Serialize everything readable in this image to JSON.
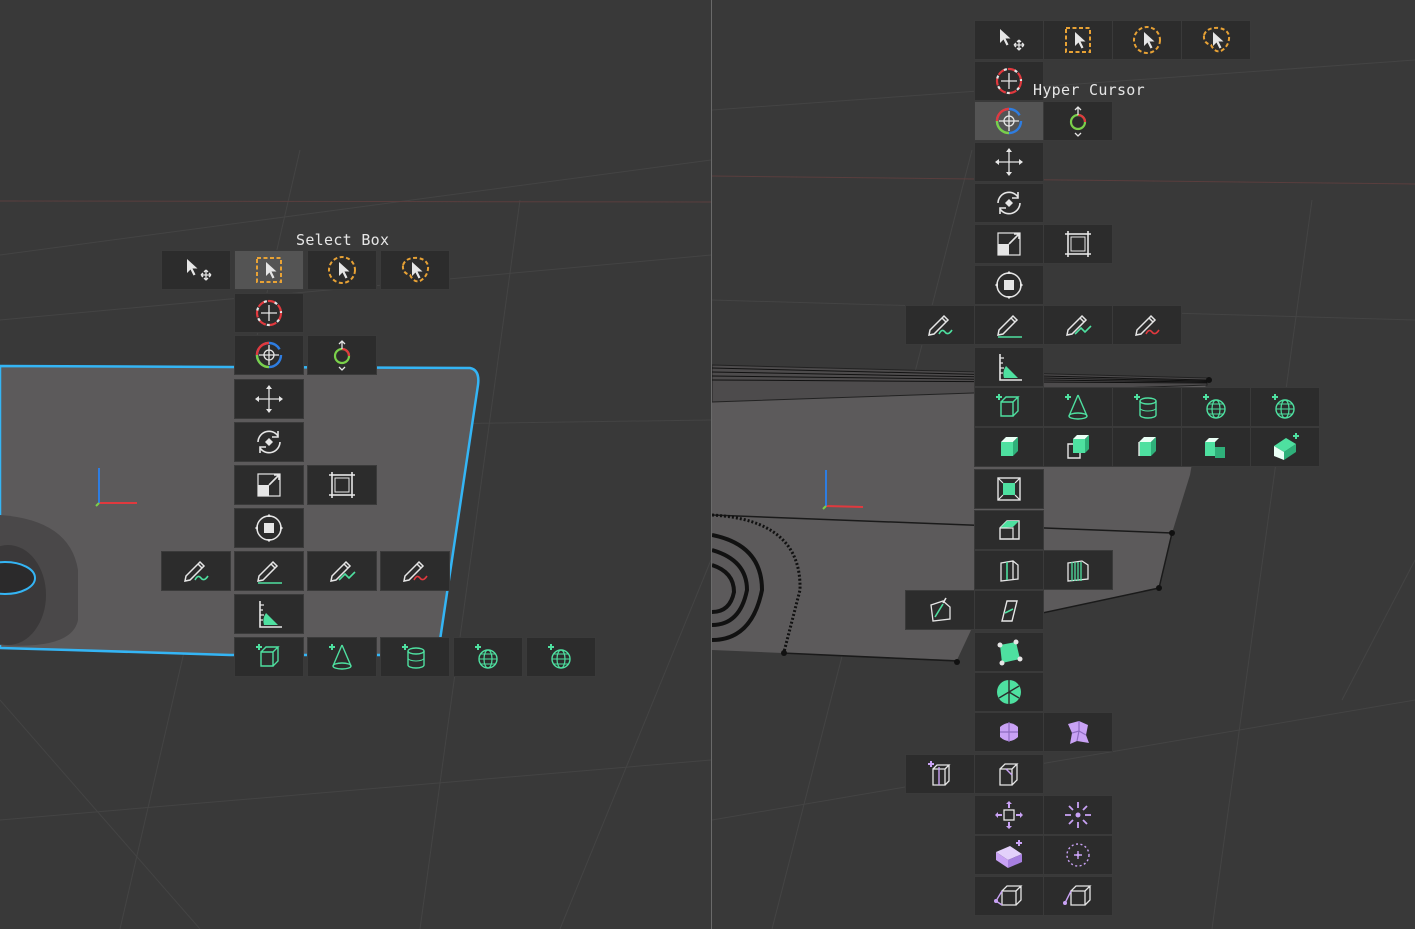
{
  "left_view": {
    "tooltip": "Select Box",
    "rows": [
      {
        "row": "select",
        "tools": [
          "tweak-icon",
          "select-box-icon",
          "select-circle-icon",
          "select-lasso-icon"
        ],
        "active": "select-box-icon"
      },
      {
        "row": "cursor",
        "tools": [
          "cursor-icon"
        ]
      },
      {
        "row": "hyper-cursor",
        "tools": [
          "hyper-cursor-icon",
          "hyper-cursor-rotate-icon"
        ]
      },
      {
        "row": "move",
        "tools": [
          "move-icon"
        ]
      },
      {
        "row": "rotate",
        "tools": [
          "rotate-icon"
        ]
      },
      {
        "row": "scale",
        "tools": [
          "scale-icon",
          "scale-cage-icon"
        ]
      },
      {
        "row": "transform",
        "tools": [
          "transform-icon"
        ]
      },
      {
        "row": "annotate",
        "tools": [
          "annotate-icon",
          "annotate-line-icon",
          "annotate-polygon-icon",
          "annotate-eraser-icon"
        ]
      },
      {
        "row": "measure",
        "tools": [
          "measure-icon"
        ]
      },
      {
        "row": "add",
        "tools": [
          "add-cube-icon",
          "add-cone-icon",
          "add-cylinder-icon",
          "add-uv-sphere-icon",
          "add-ico-sphere-icon"
        ]
      }
    ]
  },
  "right_view": {
    "tooltip": "Hyper Cursor",
    "rows": [
      {
        "row": "select",
        "tools": [
          "tweak-icon",
          "select-box-icon",
          "select-circle-icon",
          "select-lasso-icon"
        ]
      },
      {
        "row": "cursor",
        "tools": [
          "cursor-icon"
        ]
      },
      {
        "row": "hyper-cursor",
        "tools": [
          "hyper-cursor-icon",
          "hyper-cursor-rotate-icon"
        ],
        "active": "hyper-cursor-icon"
      },
      {
        "row": "move",
        "tools": [
          "move-icon"
        ]
      },
      {
        "row": "rotate",
        "tools": [
          "rotate-icon"
        ]
      },
      {
        "row": "scale",
        "tools": [
          "scale-icon",
          "scale-cage-icon"
        ]
      },
      {
        "row": "transform",
        "tools": [
          "transform-icon"
        ]
      },
      {
        "row": "annotate",
        "tools": [
          "annotate-icon",
          "annotate-line-icon",
          "annotate-polygon-icon",
          "annotate-eraser-icon"
        ]
      },
      {
        "row": "measure",
        "tools": [
          "measure-icon"
        ]
      },
      {
        "row": "add",
        "tools": [
          "add-cube-icon",
          "add-cone-icon",
          "add-cylinder-icon",
          "add-uv-sphere-icon",
          "add-ico-sphere-icon"
        ]
      },
      {
        "row": "extrude",
        "tools": [
          "extrude-region-icon",
          "extrude-manifold-icon",
          "extrude-along-normals-icon",
          "extrude-individual-icon",
          "extrude-to-cursor-icon"
        ]
      },
      {
        "row": "inset",
        "tools": [
          "inset-faces-icon"
        ]
      },
      {
        "row": "bevel",
        "tools": [
          "bevel-icon"
        ]
      },
      {
        "row": "loop-cut",
        "tools": [
          "loop-cut-icon",
          "offset-edge-loop-icon"
        ]
      },
      {
        "row": "knife",
        "tools": [
          "knife-icon",
          "bisect-icon"
        ]
      },
      {
        "row": "poly-build",
        "tools": [
          "poly-build-icon"
        ]
      },
      {
        "row": "spin",
        "tools": [
          "spin-icon"
        ]
      },
      {
        "row": "smooth",
        "tools": [
          "smooth-icon",
          "randomize-icon"
        ]
      },
      {
        "row": "edge-slide",
        "tools": [
          "edge-slide-icon",
          "vertex-slide-icon"
        ]
      },
      {
        "row": "shrink",
        "tools": [
          "shrink-fatten-icon",
          "push-pull-icon"
        ]
      },
      {
        "row": "shear",
        "tools": [
          "shear-icon",
          "to-sphere-icon"
        ]
      },
      {
        "row": "rip",
        "tools": [
          "rip-region-icon",
          "rip-edge-icon"
        ]
      }
    ]
  },
  "colors": {
    "viewport_bg": "#393939",
    "toolbar_bg": "#2c2c2c",
    "active_tool_bg": "#545454",
    "select_outline": "#34b5f5",
    "axis_x": "#e0393e",
    "axis_y": "#2e7de1",
    "add_tool_green": "#4ee0a0",
    "edit_tool_purple": "#c9a2f5",
    "select_tool_orange": "#e8a235"
  }
}
